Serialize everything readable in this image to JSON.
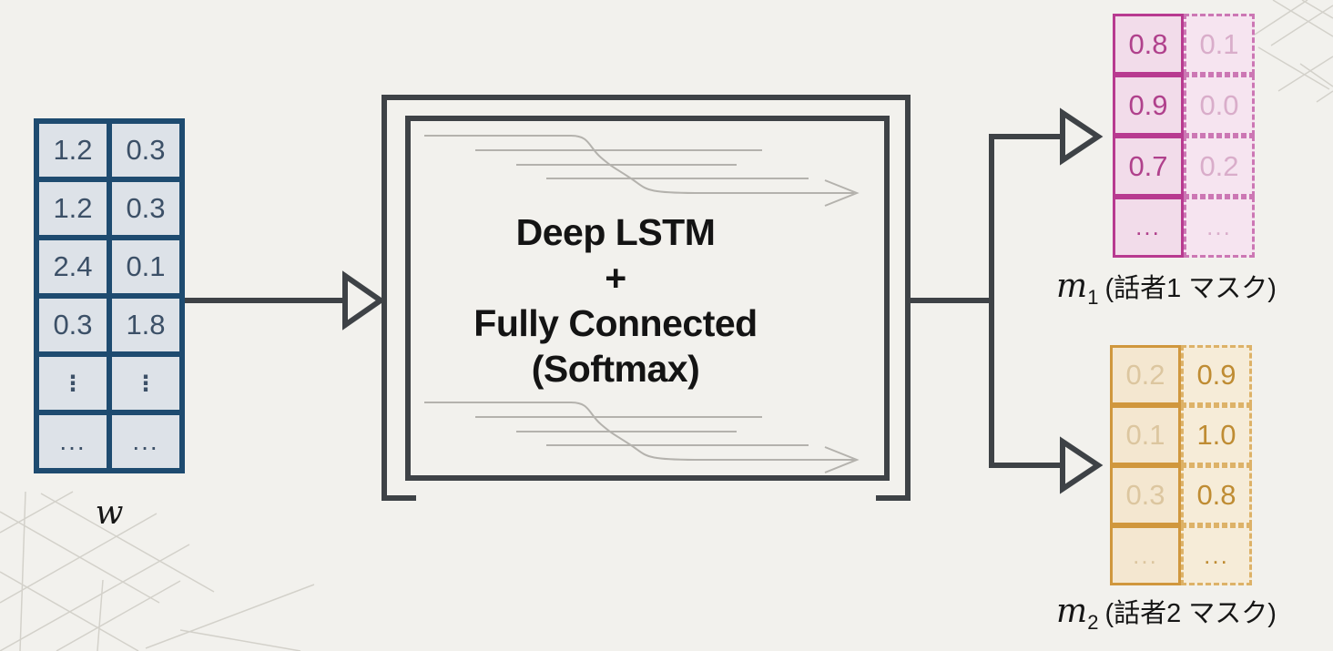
{
  "diagram": {
    "title_hint": "speech separation mask estimation diagram",
    "background_color": "#f2f1ed",
    "connector_color": "#3e4246",
    "signal_line_color": "#b4b2ad"
  },
  "input_matrix": {
    "label": "w",
    "accent_color": "#1e4b70",
    "text_color": "#3c5067",
    "fill_color": "#dde2e8",
    "rows": [
      [
        "1.2",
        "0.3"
      ],
      [
        "1.2",
        "0.3"
      ],
      [
        "2.4",
        "0.1"
      ],
      [
        "0.3",
        "1.8"
      ],
      [
        "⋮",
        "⋮"
      ],
      [
        "...",
        "..."
      ]
    ]
  },
  "processor_box": {
    "lines": [
      "Deep LSTM",
      "+",
      "Fully Connected",
      "(Softmax)"
    ]
  },
  "mask1": {
    "label_var": "m",
    "label_sub": "1",
    "label_note": "(話者1 マスク)",
    "accent_color": "#b83a90",
    "strong_text_color": "#b0418c",
    "faded_text_color": "#d9adca",
    "rows": [
      [
        "0.8",
        "0.1"
      ],
      [
        "0.9",
        "0.0"
      ],
      [
        "0.7",
        "0.2"
      ],
      [
        "...",
        "..."
      ]
    ]
  },
  "mask2": {
    "label_var": "m",
    "label_sub": "2",
    "label_note": "(話者2 マスク)",
    "accent_color": "#d0973d",
    "strong_text_color": "#bf8c33",
    "faded_text_color": "#dcc69f",
    "rows": [
      [
        "0.2",
        "0.9"
      ],
      [
        "0.1",
        "1.0"
      ],
      [
        "0.3",
        "0.8"
      ],
      [
        "...",
        "..."
      ]
    ]
  }
}
